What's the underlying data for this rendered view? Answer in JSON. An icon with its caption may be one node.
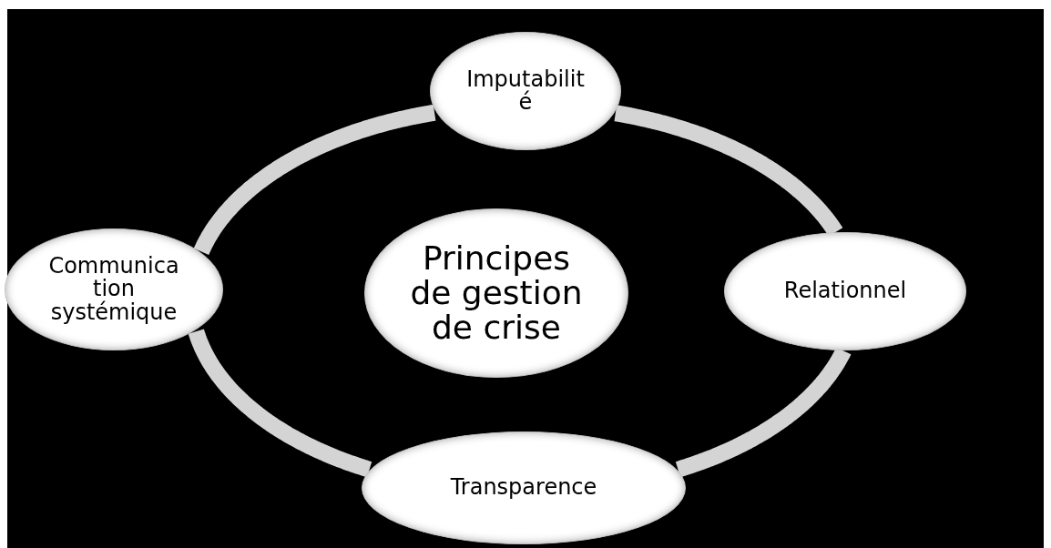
{
  "diagram": {
    "nodes": [
      {
        "text": [
          "Imputabilité"
        ]
      },
      {
        "text": [
          "Communication systémique"
        ]
      },
      {
        "text": [
          "Principes de gestion de crise"
        ]
      },
      {
        "text": [
          "Relationnel"
        ]
      },
      {
        "text": [
          "Transparence"
        ]
      }
    ],
    "edges": [
      {
        "from": 0,
        "to": 3,
        "arrow": "none"
      },
      {
        "from": 3,
        "to": 4,
        "arrow": "none"
      },
      {
        "from": 4,
        "to": 1,
        "arrow": "none"
      },
      {
        "from": 1,
        "to": 0,
        "arrow": "none"
      }
    ]
  }
}
